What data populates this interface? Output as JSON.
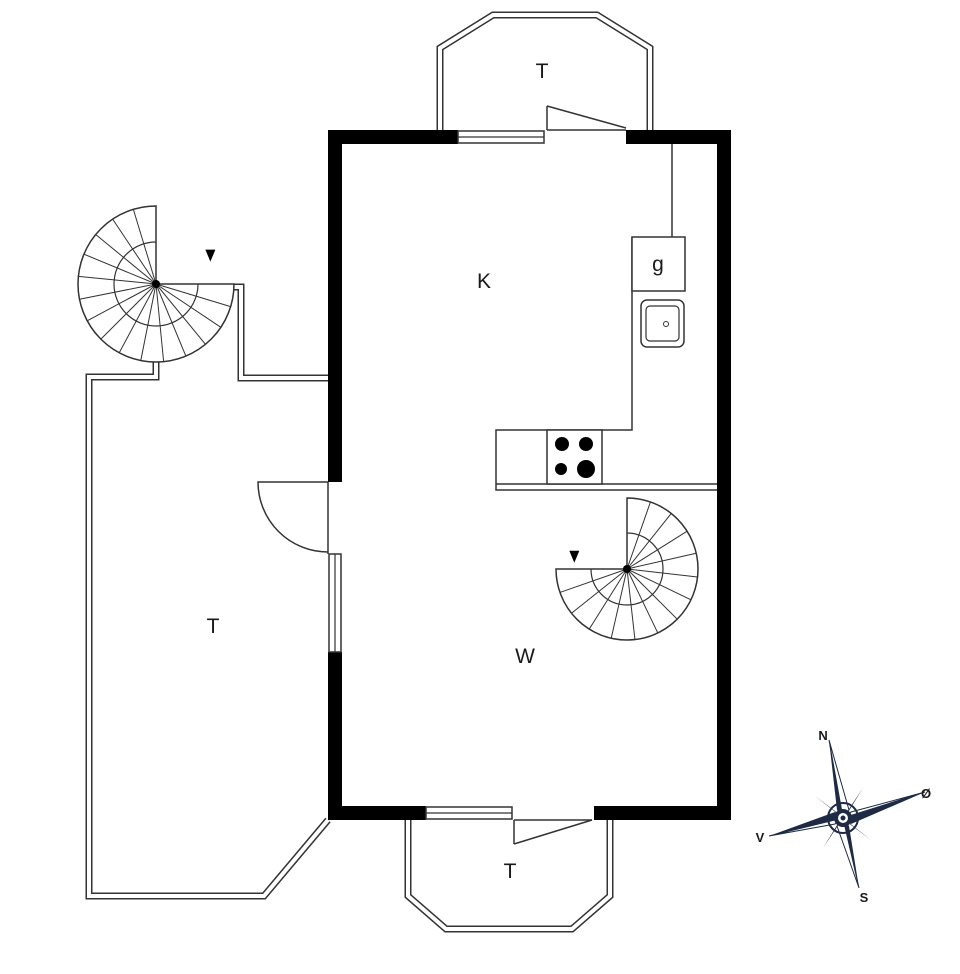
{
  "rooms": {
    "kitchen": "K",
    "living": "W",
    "terrace_north": "T",
    "terrace_west": "T",
    "terrace_south": "T"
  },
  "fixtures": {
    "fridge_label": "g"
  },
  "compass": {
    "north": "N",
    "east": "Ø",
    "south": "S",
    "west": "V"
  },
  "colors": {
    "walls": "#000000",
    "lines": "#333333",
    "compass_dark": "#1f2a44",
    "compass_light": "#ffffff"
  }
}
